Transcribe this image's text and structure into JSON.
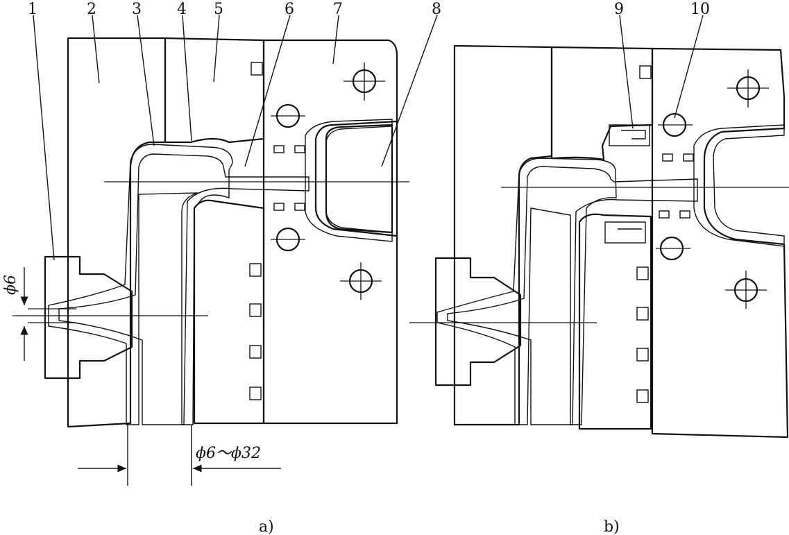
{
  "figure": {
    "callouts_a": [
      "1",
      "2",
      "3",
      "4",
      "5",
      "6",
      "7",
      "8"
    ],
    "callouts_b": [
      "9",
      "10"
    ],
    "dimensions": {
      "gate_diameter": "ϕ6",
      "runner_diameter": "ϕ6～ϕ32"
    },
    "captions": {
      "a": "a)",
      "b": "b)"
    }
  }
}
